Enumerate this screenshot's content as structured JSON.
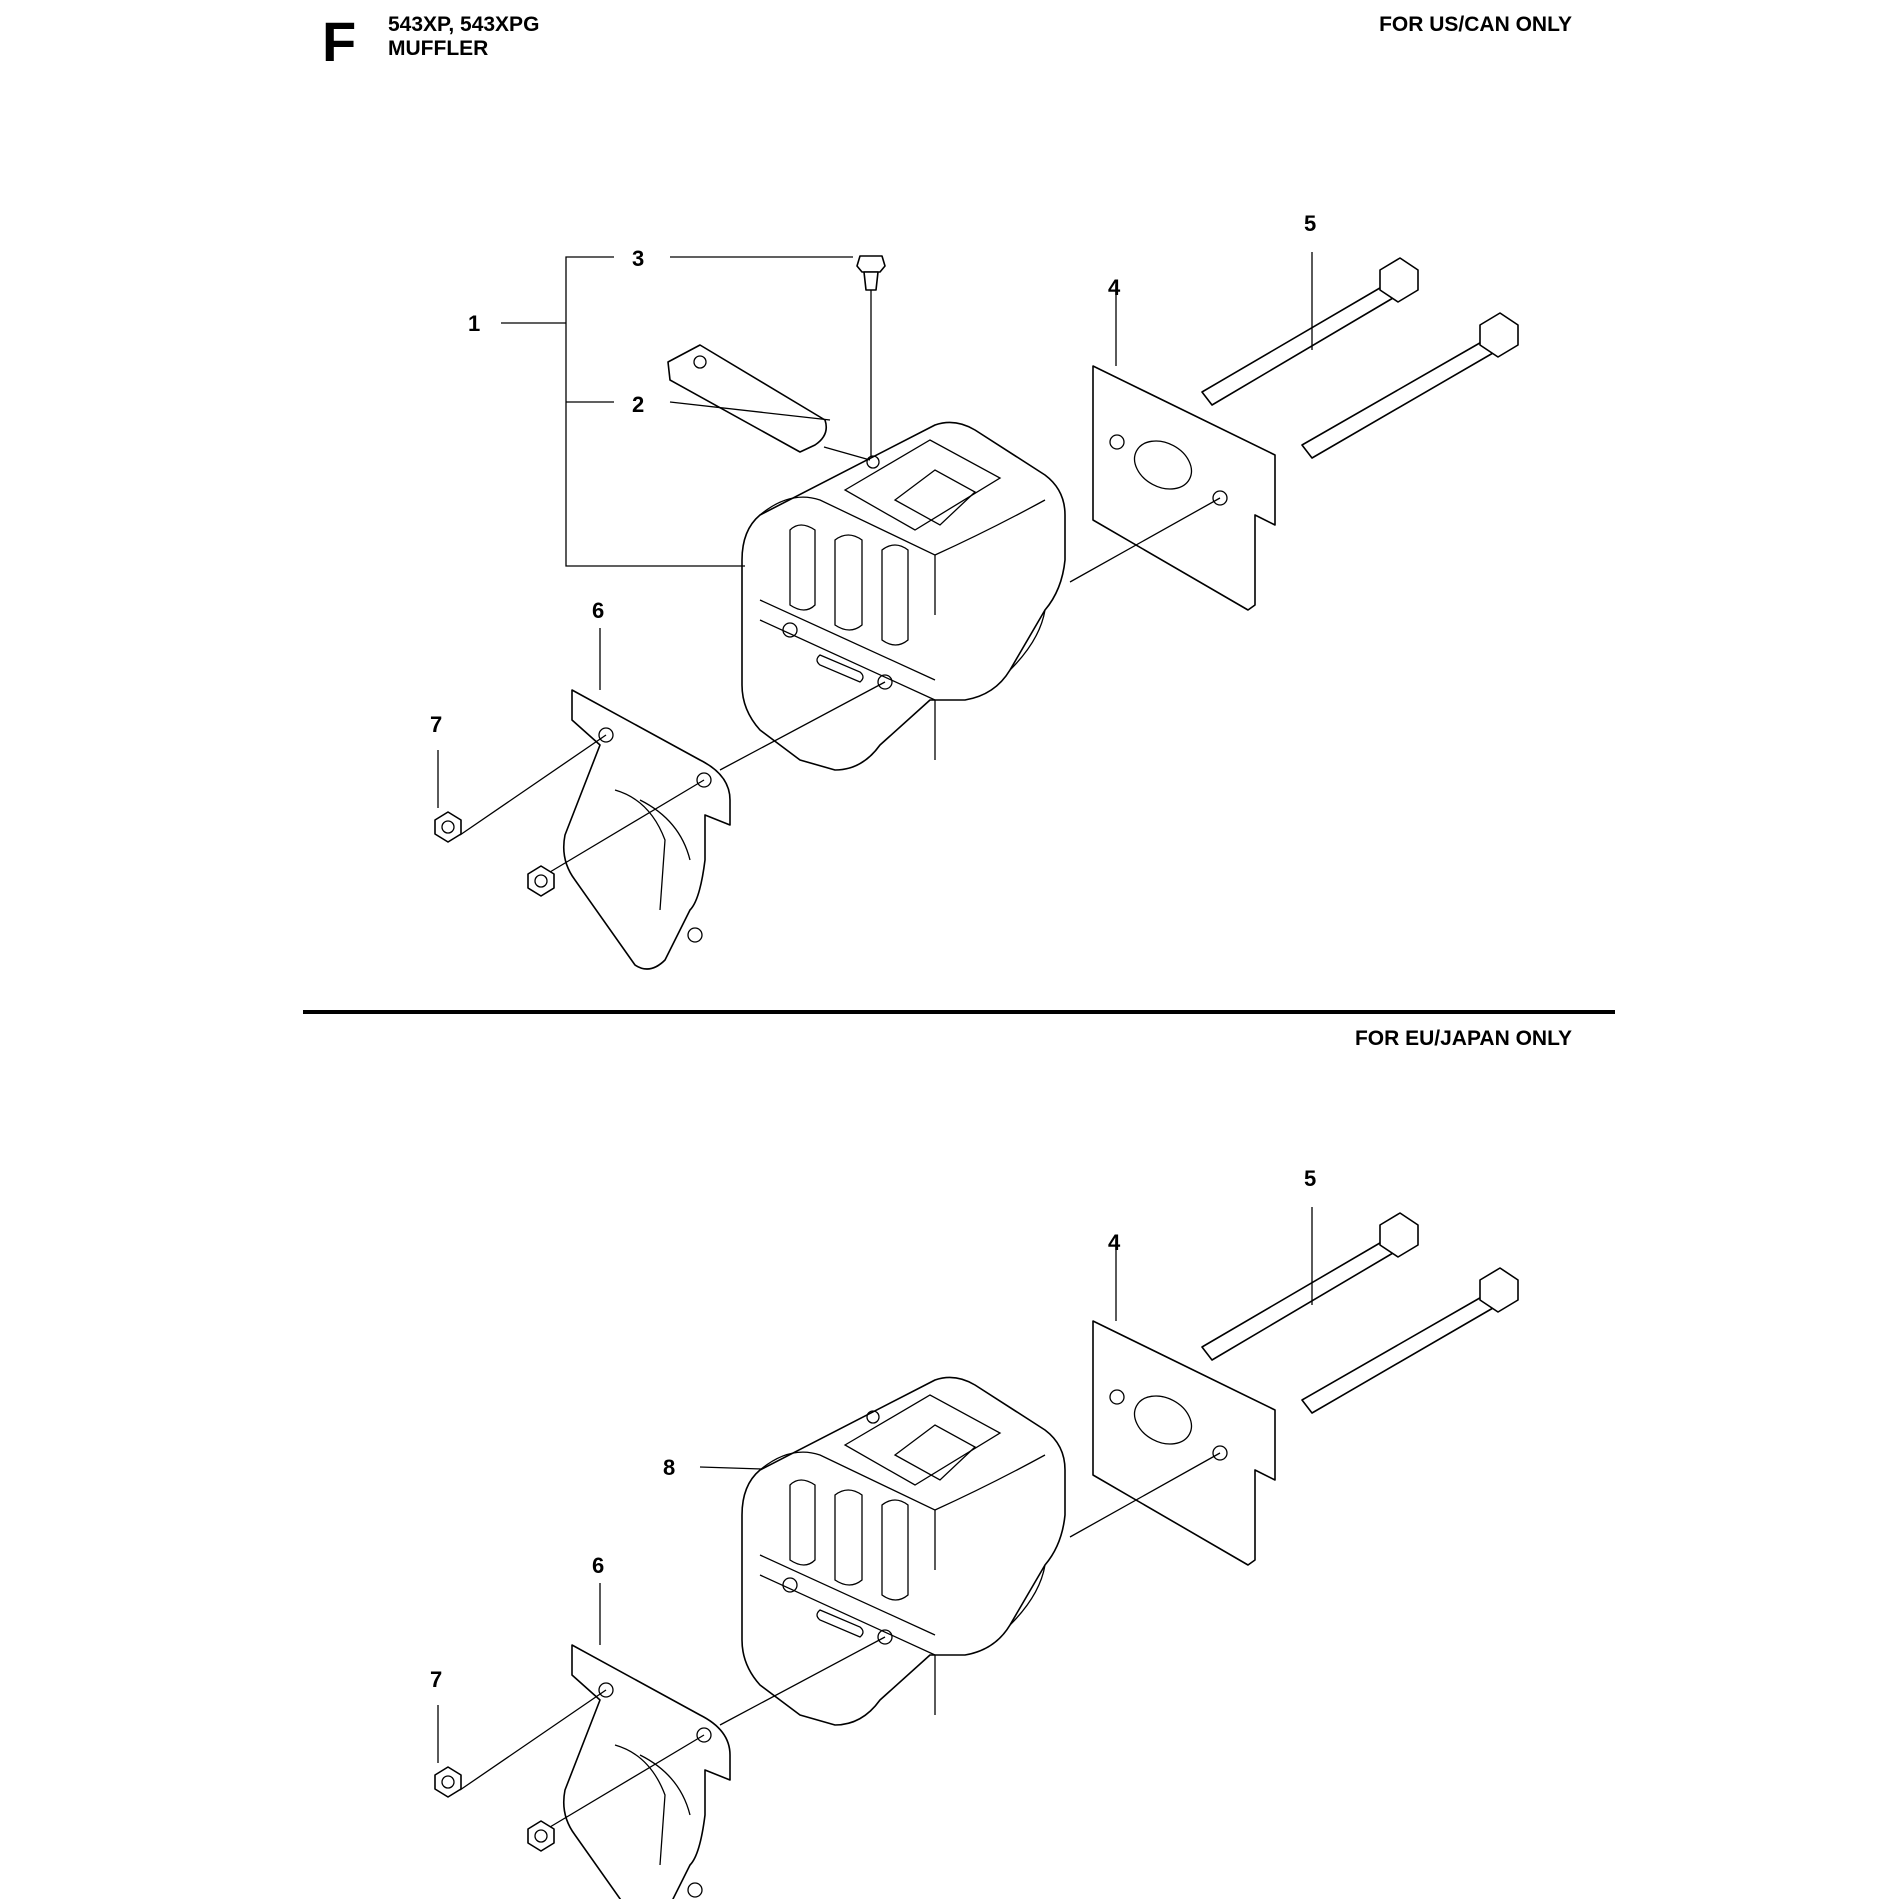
{
  "header": {
    "section_letter": "F",
    "models": "543XP, 543XPG",
    "title": "MUFFLER"
  },
  "panels": [
    {
      "region_label": "FOR US/CAN ONLY",
      "callouts": [
        "1",
        "2",
        "3",
        "4",
        "5",
        "6",
        "7"
      ]
    },
    {
      "region_label": "FOR EU/JAPAN ONLY",
      "callouts": [
        "8",
        "4",
        "5",
        "6",
        "7"
      ]
    }
  ]
}
